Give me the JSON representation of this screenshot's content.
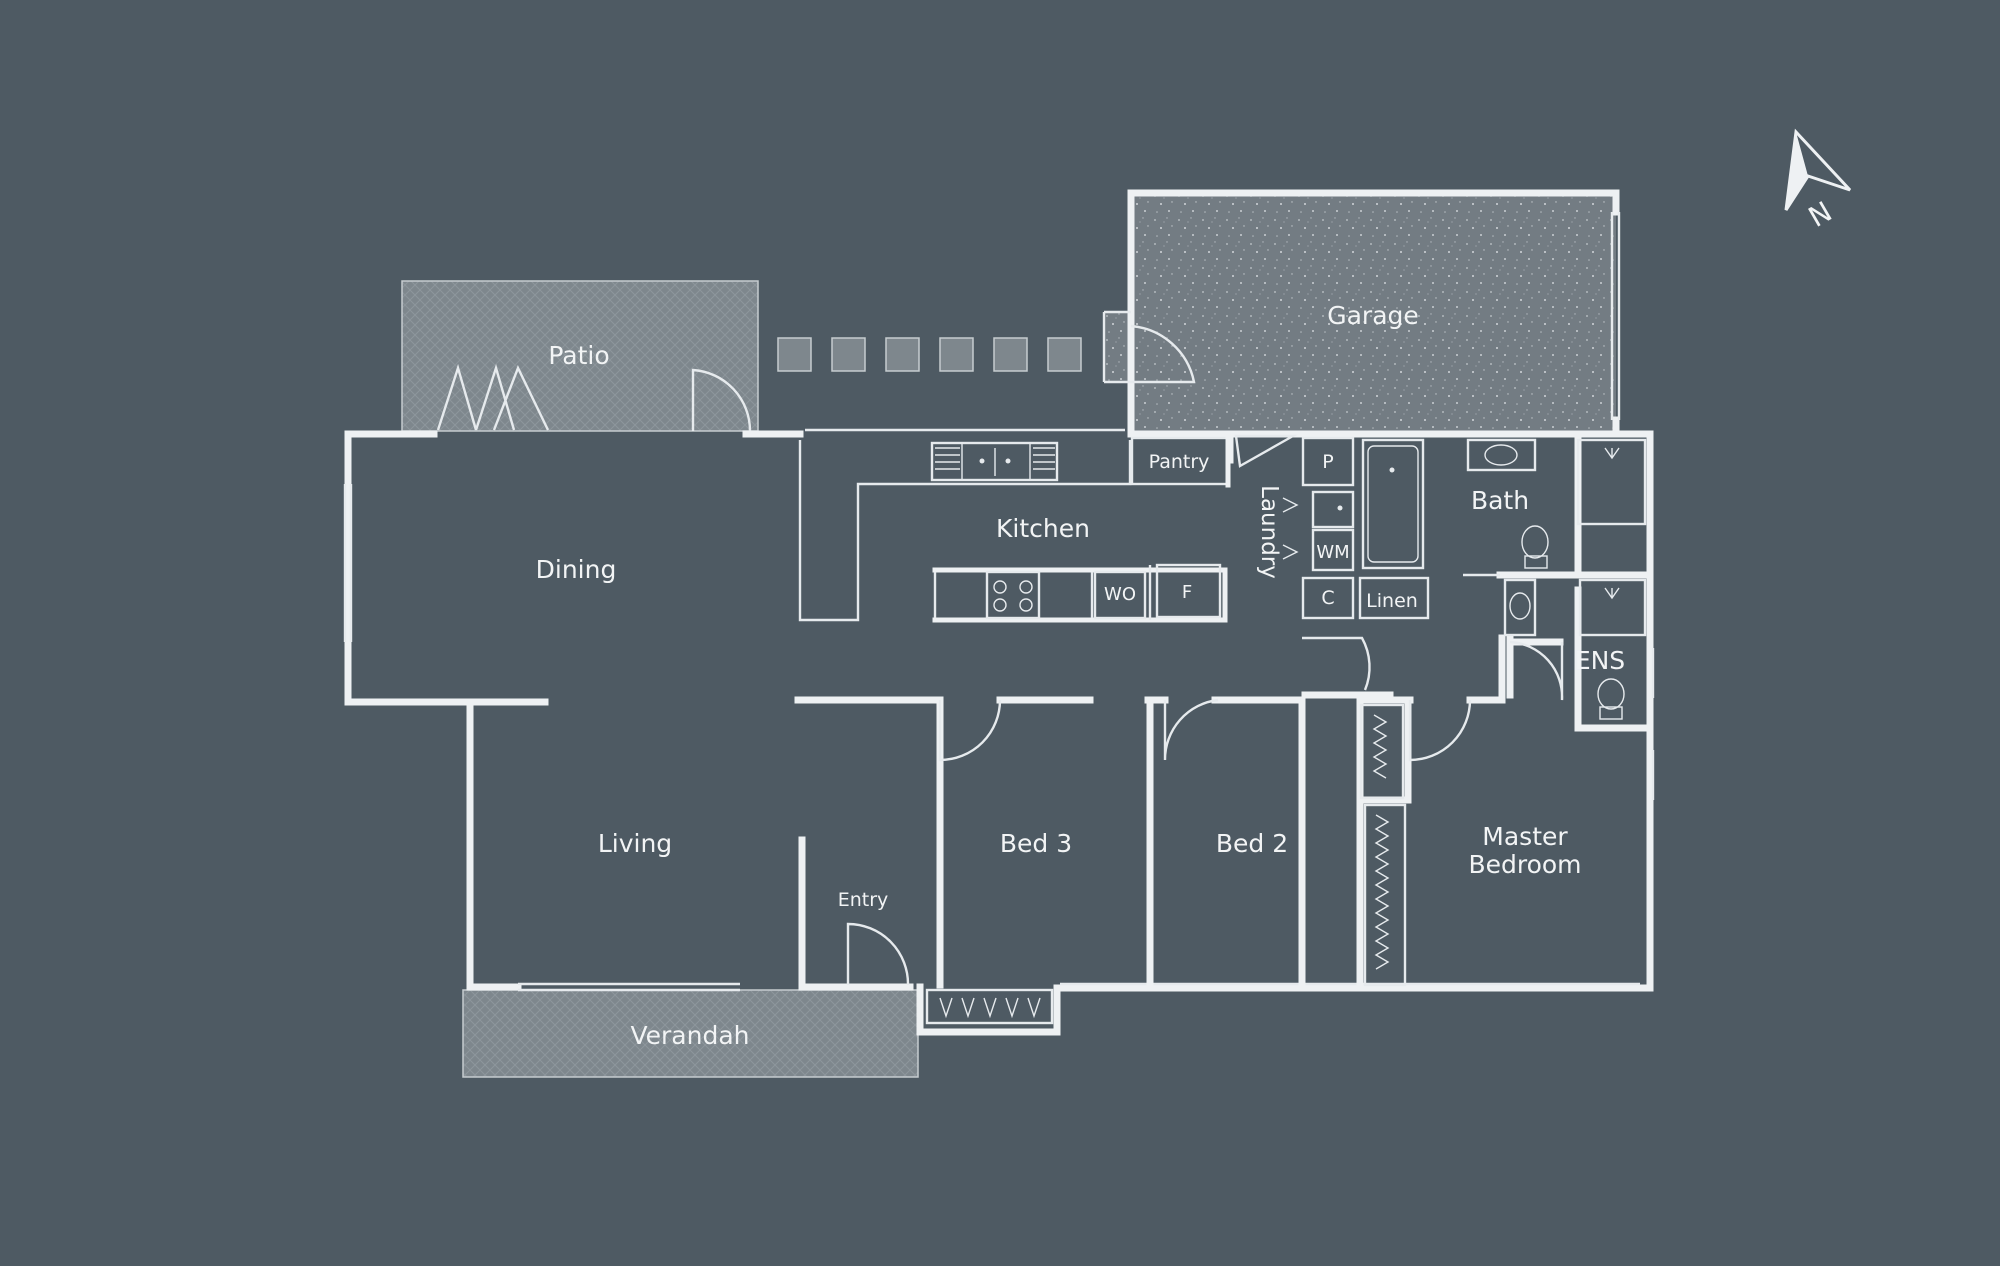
{
  "rooms": {
    "patio": "Patio",
    "garage": "Garage",
    "dining": "Dining",
    "kitchen": "Kitchen",
    "pantry": "Pantry",
    "laundry": "Laundry",
    "p": "P",
    "wm": "WM",
    "c": "C",
    "linen": "Linen",
    "bath": "Bath",
    "ens": "ENS",
    "wo": "WO",
    "f": "F",
    "living": "Living",
    "entry": "Entry",
    "bed3": "Bed 3",
    "bed2": "Bed 2",
    "master_line1": "Master",
    "master_line2": "Bedroom",
    "verandah": "Verandah"
  },
  "compass": {
    "label": "N"
  },
  "colors": {
    "background": "#4e5a63",
    "walls": "#eef1f3",
    "outdoor_fill": "#7e878d",
    "garage_fill": "#737c83"
  }
}
